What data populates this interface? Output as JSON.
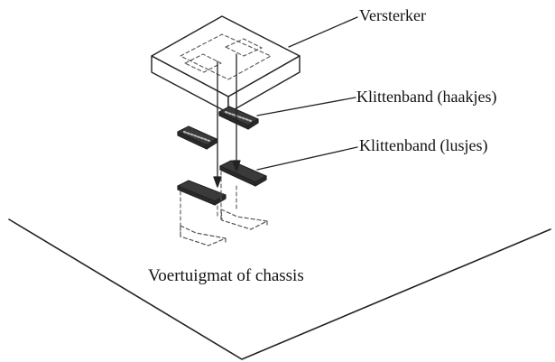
{
  "labels": {
    "amplifier": "Versterker",
    "velcro_hook": "Klittenband (haakjes)",
    "velcro_loop": "Klittenband (lusjes)",
    "floor": "Voertuigmat of chassis"
  },
  "colors": {
    "line": "#222222",
    "strip_dark": "#3a3a3a",
    "strip_hook_texture": "#bbbbbb"
  }
}
